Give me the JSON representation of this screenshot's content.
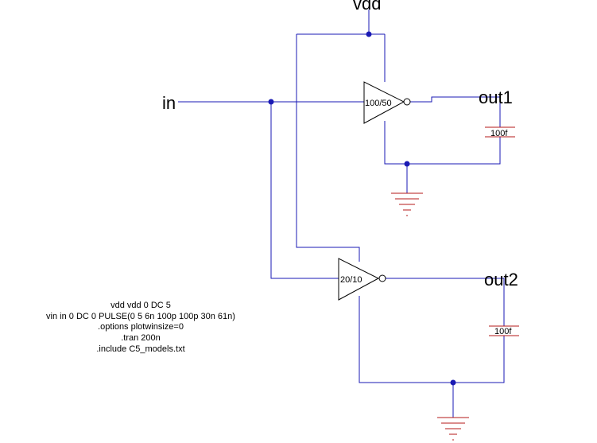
{
  "nets": {
    "vdd": "vdd",
    "in": "in",
    "out1": "out1",
    "out2": "out2"
  },
  "inverters": [
    {
      "name": "inverter-1",
      "size": "100/50"
    },
    {
      "name": "inverter-2",
      "size": "20/10"
    }
  ],
  "capacitors": [
    {
      "name": "capacitor-out1",
      "value": "100f"
    },
    {
      "name": "capacitor-out2",
      "value": "100f"
    }
  ],
  "spice_directives": [
    "vdd vdd 0 DC 5",
    "vin in 0 DC 0 PULSE(0 5 6n 100p 100p 30n 61n)",
    ".options plotwinsize=0",
    ".tran 200n",
    ".include C5_models.txt"
  ],
  "colors": {
    "wire": "#1a1ab4",
    "ground": "#b41a1a",
    "component": "#000000"
  }
}
